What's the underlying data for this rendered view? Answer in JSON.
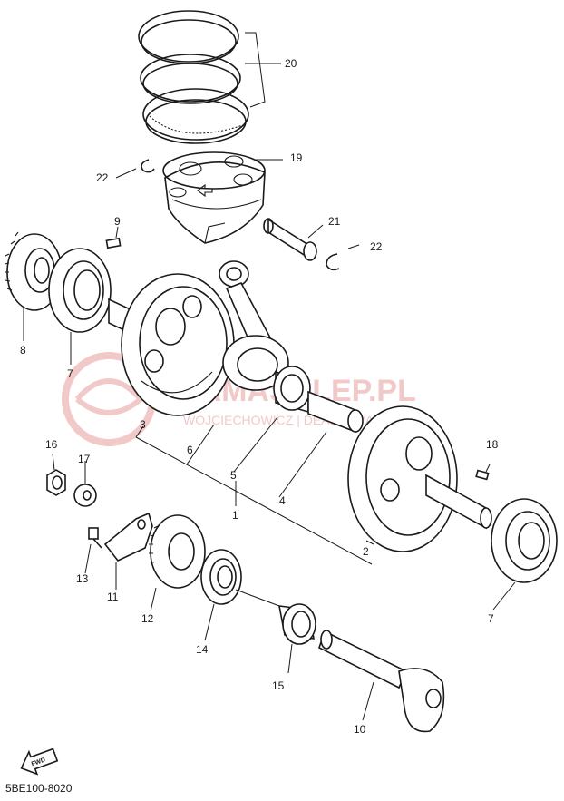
{
  "diagram": {
    "part_code": "5BE100-8020",
    "fwd_label": "FWD",
    "watermark": {
      "brand": "YAMASKLEP.PL",
      "tagline": "WOJCIECHOWICZ | DEALER YAMAHA"
    },
    "callouts": {
      "c1": "1",
      "c2": "2",
      "c3": "3",
      "c4": "4",
      "c5": "5",
      "c6": "6",
      "c7a": "7",
      "c7b": "7",
      "c8": "8",
      "c9": "9",
      "c10": "10",
      "c11": "11",
      "c12": "12",
      "c13": "13",
      "c14": "14",
      "c15": "15",
      "c16": "16",
      "c17": "17",
      "c18": "18",
      "c19": "19",
      "c20": "20",
      "c21": "21",
      "c22a": "22",
      "c22b": "22"
    },
    "colors": {
      "line": "#1a1a1a",
      "watermark": "#f2c9c9"
    }
  }
}
